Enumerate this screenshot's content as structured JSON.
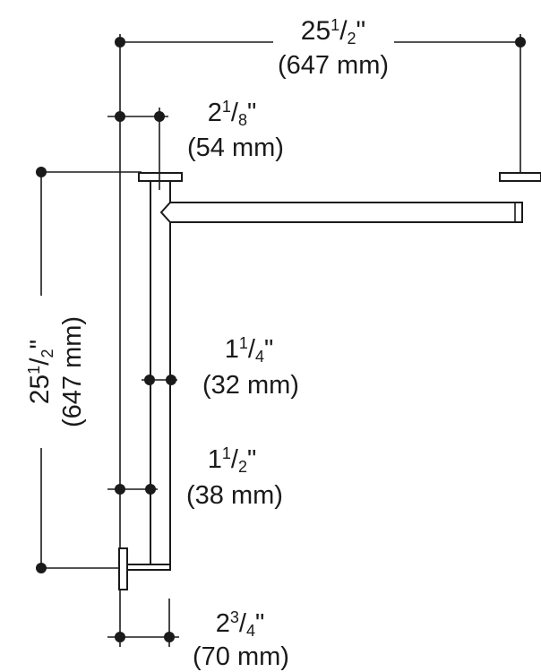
{
  "dims": {
    "top_width": {
      "whole": "25",
      "num": "1",
      "den": "2",
      "quote": "\"",
      "mm": "(647 mm)"
    },
    "flange_offset": {
      "whole": "2",
      "num": "1",
      "den": "8",
      "quote": "\"",
      "mm": "(54 mm)"
    },
    "height": {
      "whole": "25",
      "num": "1",
      "den": "2",
      "quote": "\"",
      "mm": "(647 mm)"
    },
    "tube_diameter": {
      "whole": "1",
      "num": "1",
      "den": "4",
      "quote": "\"",
      "mm": "(32 mm)"
    },
    "wall_clearance": {
      "whole": "1",
      "num": "1",
      "den": "2",
      "quote": "\"",
      "mm": "(38 mm)"
    },
    "bottom_flange": {
      "whole": "2",
      "num": "3",
      "den": "4",
      "quote": "\"",
      "mm": "(70 mm)"
    }
  }
}
